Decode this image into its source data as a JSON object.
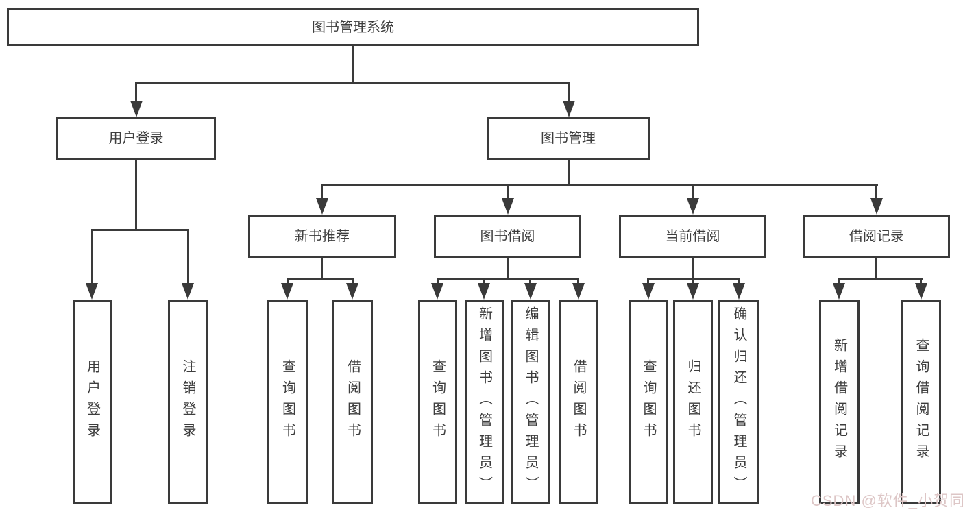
{
  "diagram": {
    "root": {
      "label": "图书管理系统"
    },
    "level2": [
      {
        "label": "用户登录"
      },
      {
        "label": "图书管理"
      }
    ],
    "level3": [
      {
        "label": "新书推荐"
      },
      {
        "label": "图书借阅"
      },
      {
        "label": "当前借阅"
      },
      {
        "label": "借阅记录"
      }
    ],
    "leaf_groups": [
      {
        "parent": "用户登录",
        "items": [
          "用户登录",
          "注销登录"
        ]
      },
      {
        "parent": "新书推荐",
        "items": [
          "查询图书",
          "借阅图书"
        ]
      },
      {
        "parent": "图书借阅",
        "items": [
          "查询图书",
          "新增图书（管理员）",
          "编辑图书（管理员）",
          "借阅图书"
        ]
      },
      {
        "parent": "当前借阅",
        "items": [
          "查询图书",
          "归还图书",
          "确认归还（管理员）"
        ]
      },
      {
        "parent": "借阅记录",
        "items": [
          "新增借阅记录",
          "查询借阅记录"
        ]
      }
    ],
    "colors": {
      "line": "#3a3a3a",
      "text": "#3d3d3d",
      "box_bg": "#ffffff",
      "watermark": "#ddc6c6"
    }
  },
  "watermark": {
    "text": "CSDN @软件_小贺同学"
  }
}
